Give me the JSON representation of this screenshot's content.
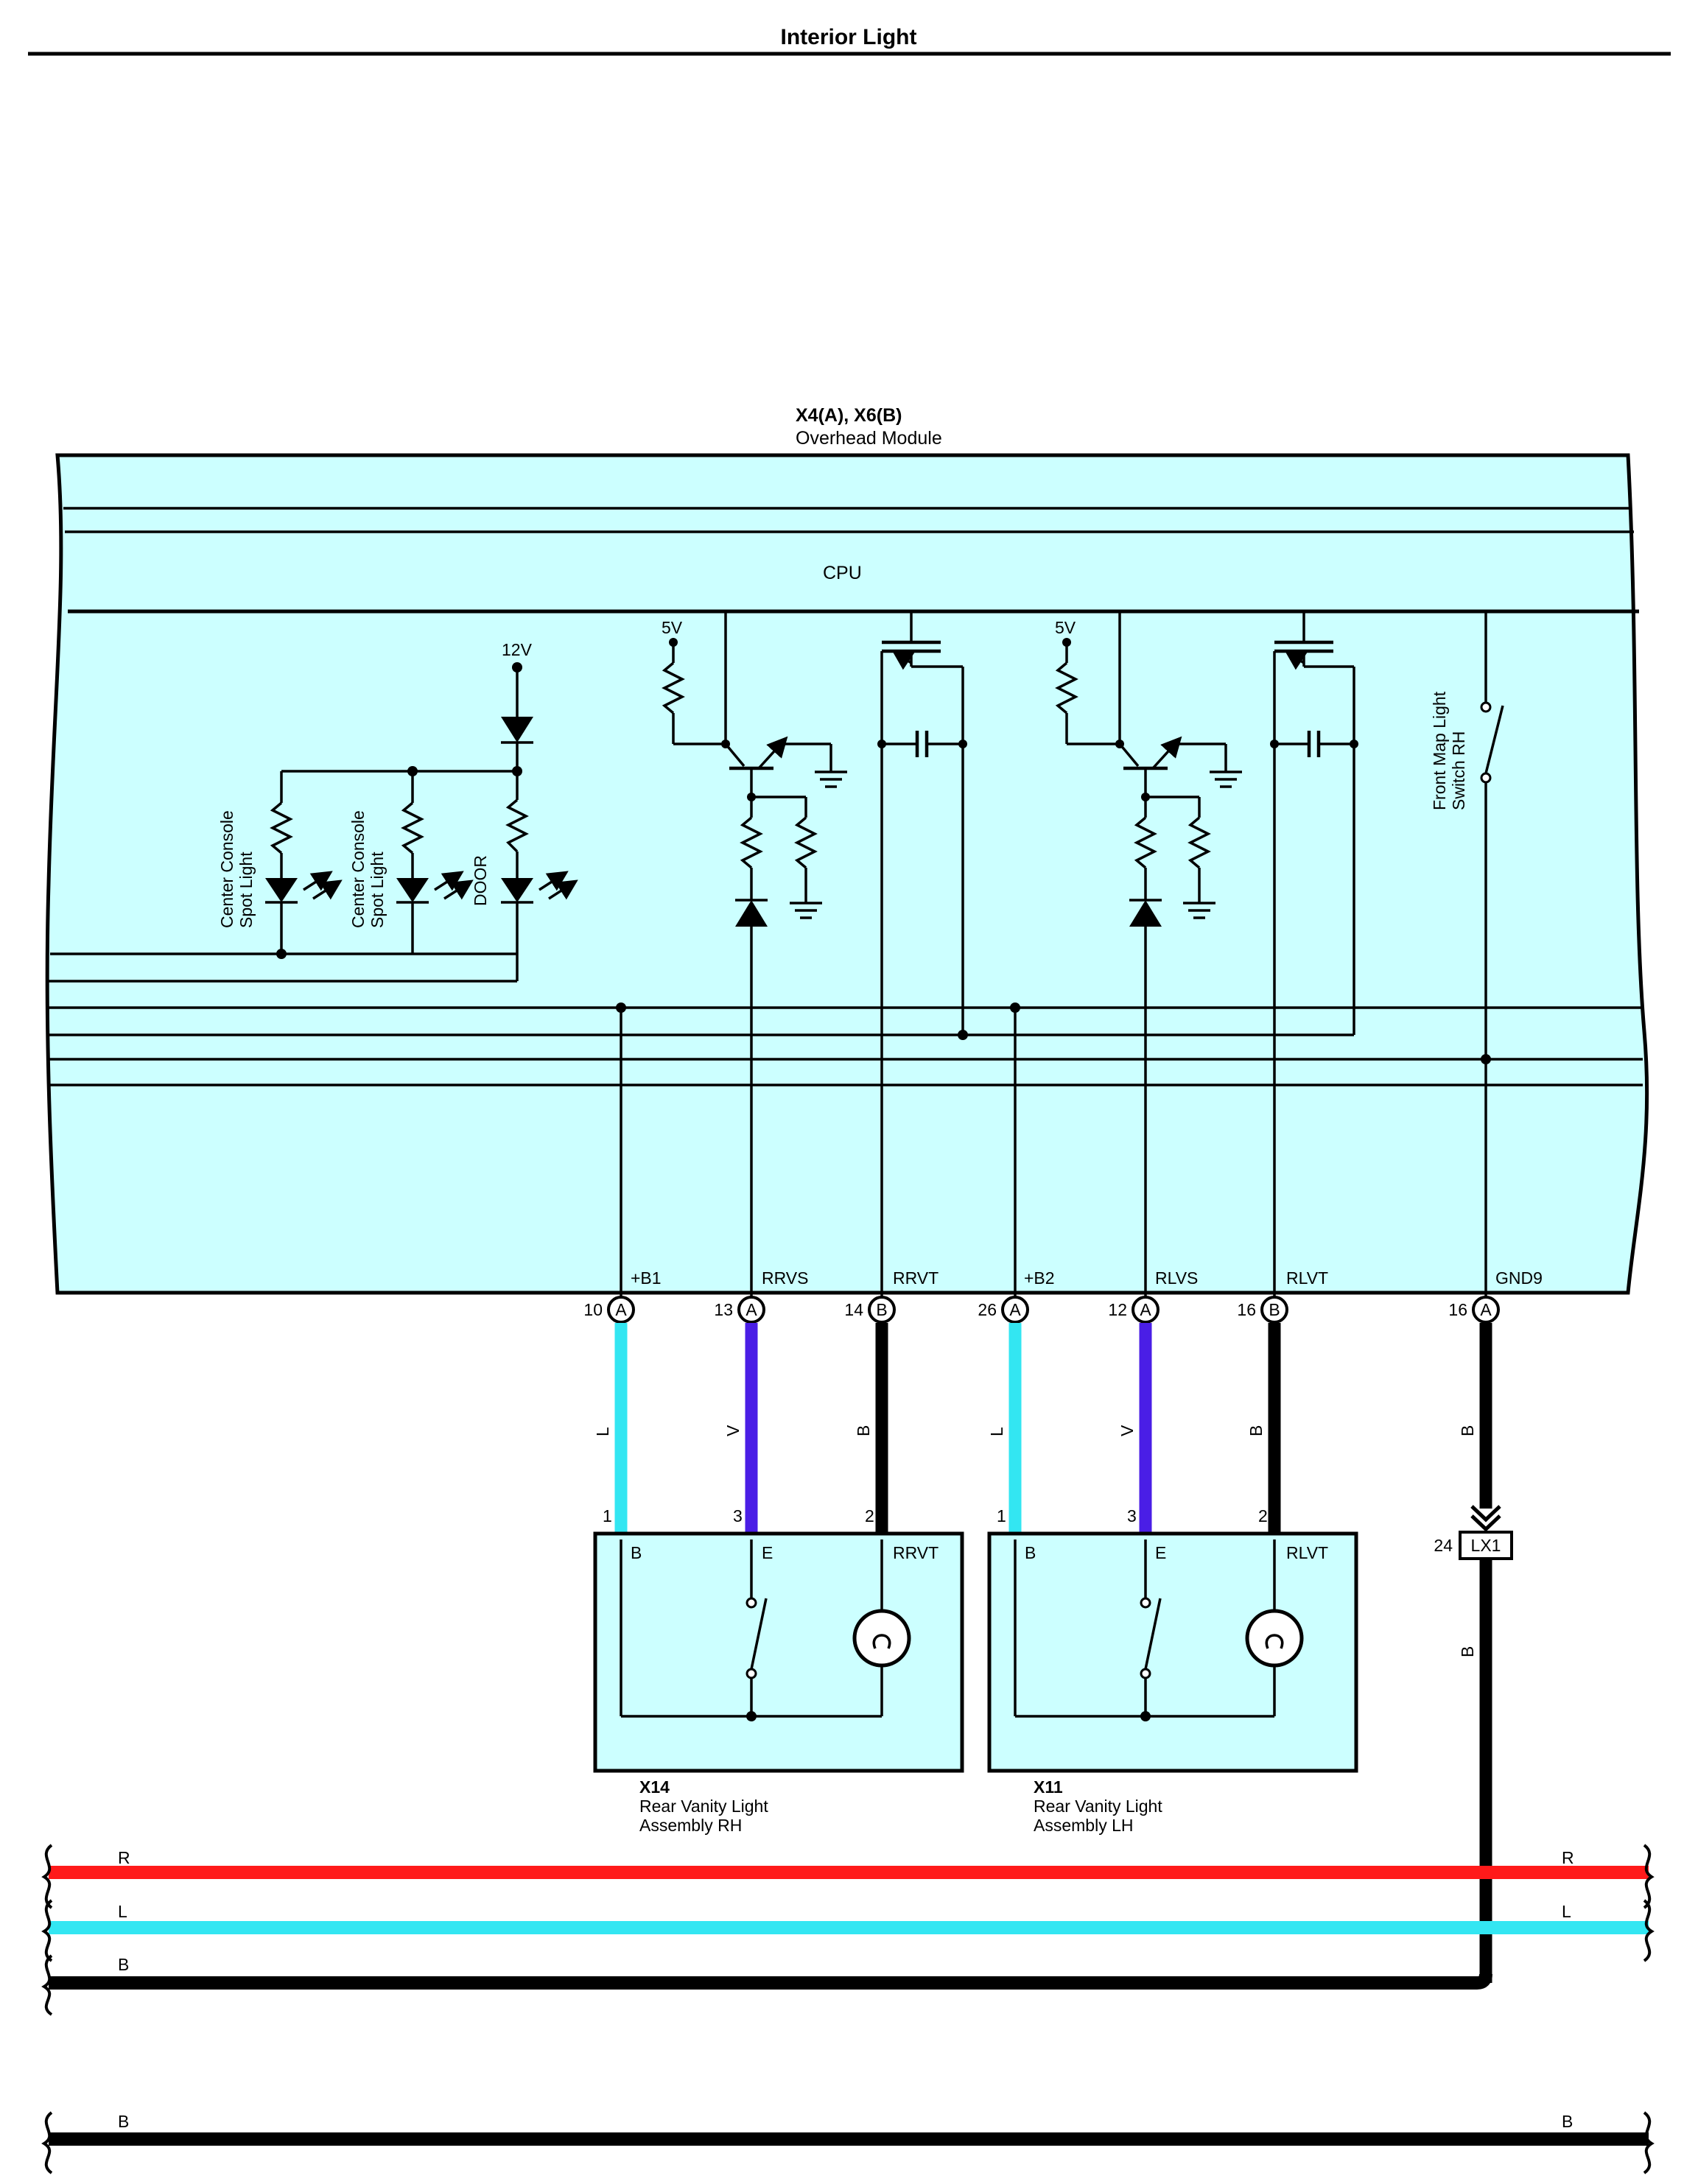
{
  "title": "Interior Light",
  "module": {
    "connectors": "X4(A), X6(B)",
    "name": "Overhead Module",
    "cpu_label": "CPU",
    "fill_color": "#ccffff",
    "voltage_12v": "12V",
    "voltage_5v_1": "5V",
    "voltage_5v_2": "5V",
    "lamps": [
      {
        "line1": "Center Console",
        "line2": "Spot Light"
      },
      {
        "line1": "Center Console",
        "line2": "Spot Light"
      },
      {
        "line1": "DOOR",
        "line2": ""
      }
    ],
    "switch_label_1": "Front Map Light",
    "switch_label_2": "Switch RH",
    "pins": [
      {
        "name": "+B1",
        "num": "10",
        "conn": "A",
        "wire": "L",
        "color": "#33e6f2"
      },
      {
        "name": "RRVS",
        "num": "13",
        "conn": "A",
        "wire": "V",
        "color": "#4a1ee6"
      },
      {
        "name": "RRVT",
        "num": "14",
        "conn": "B",
        "wire": "B",
        "color": "#000000"
      },
      {
        "name": "+B2",
        "num": "26",
        "conn": "A",
        "wire": "L",
        "color": "#33e6f2"
      },
      {
        "name": "RLVS",
        "num": "12",
        "conn": "A",
        "wire": "V",
        "color": "#4a1ee6"
      },
      {
        "name": "RLVT",
        "num": "16",
        "conn": "B",
        "wire": "B",
        "color": "#000000"
      },
      {
        "name": "GND9",
        "num": "16",
        "conn": "A",
        "wire": "B",
        "color": "#000000"
      }
    ]
  },
  "assemblies": [
    {
      "id": "X14",
      "name1": "Rear Vanity Light",
      "name2": "Assembly RH",
      "pins": [
        {
          "num": "1",
          "name": "B"
        },
        {
          "num": "3",
          "name": "E"
        },
        {
          "num": "2",
          "name": "RRVT"
        }
      ]
    },
    {
      "id": "X11",
      "name1": "Rear Vanity Light",
      "name2": "Assembly LH",
      "pins": [
        {
          "num": "1",
          "name": "B"
        },
        {
          "num": "3",
          "name": "E"
        },
        {
          "num": "2",
          "name": "RLVT"
        }
      ]
    }
  ],
  "splice": {
    "name": "LX1",
    "num": "24",
    "wire_below": "B"
  },
  "buses": [
    {
      "left": "R",
      "right": "R",
      "color": "#ff1a1a"
    },
    {
      "left": "L",
      "right": "L",
      "color": "#33e6f2"
    },
    {
      "left": "B",
      "right": "",
      "color": "#000000"
    },
    {
      "left": "B",
      "right": "B",
      "color": "#000000"
    }
  ]
}
